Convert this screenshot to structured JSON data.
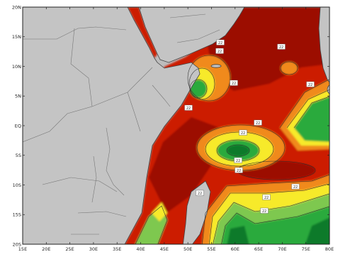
{
  "map": {
    "background_color": "#bdbdbd",
    "land_color": "#c4c4c4",
    "coast_color": "#444444",
    "border_color": "#777777",
    "frame_color": "#222222",
    "lon_ticks": [
      "15E",
      "20E",
      "25E",
      "30E",
      "35E",
      "40E",
      "45E",
      "50E",
      "55E",
      "60E",
      "65E",
      "70E",
      "75E",
      "80E"
    ],
    "lat_ticks": [
      "20N",
      "15N",
      "10N",
      "5N",
      "EQ",
      "5S",
      "10S",
      "15S",
      "20S"
    ],
    "contour_labels": [
      "22",
      "22",
      "22",
      "22",
      "22",
      "22",
      "22",
      "22",
      "22",
      "22",
      "22",
      "22",
      "22",
      "22"
    ],
    "color_scale": {
      "deep_red": "#9c0a00",
      "red": "#cc1a06",
      "red_orange": "#e0480f",
      "orange": "#f08a1c",
      "yellow": "#f7ea2c",
      "light_green": "#7ec850",
      "green": "#2aaa3c",
      "dark_green": "#0d7a2a"
    }
  }
}
